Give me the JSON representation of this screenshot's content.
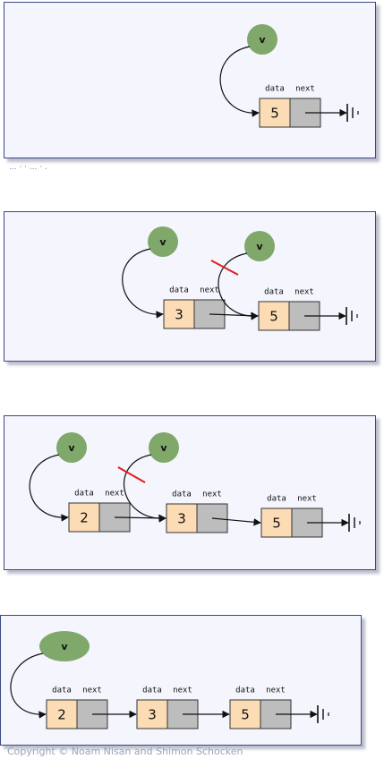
{
  "labels": {
    "data": "data",
    "next": "next",
    "variable": "v"
  },
  "panels": [
    {
      "id": "panel-1",
      "nodes": [
        {
          "value": "5"
        }
      ],
      "variables": 1,
      "cut_marks": 0
    },
    {
      "id": "panel-2",
      "nodes": [
        {
          "value": "3"
        },
        {
          "value": "5"
        }
      ],
      "variables": 2,
      "cut_marks": 1
    },
    {
      "id": "panel-3",
      "nodes": [
        {
          "value": "2"
        },
        {
          "value": "3"
        },
        {
          "value": "5"
        }
      ],
      "variables": 2,
      "cut_marks": 1
    },
    {
      "id": "panel-4",
      "nodes": [
        {
          "value": "2"
        },
        {
          "value": "3"
        },
        {
          "value": "5"
        }
      ],
      "variables": 1,
      "cut_marks": 0
    }
  ],
  "stray_text": "... · · ... · .",
  "footer": {
    "copyright": "Copyright © Noam Nisan and Shimon Schocken"
  },
  "colors": {
    "panel_bg": "#f4f5fd",
    "panel_border": "#3a4a86",
    "data_cell": "#fcdcb4",
    "next_cell": "#bdbdbd",
    "variable_fill": "#7fa86a",
    "cut_mark": "#e11d1d"
  }
}
